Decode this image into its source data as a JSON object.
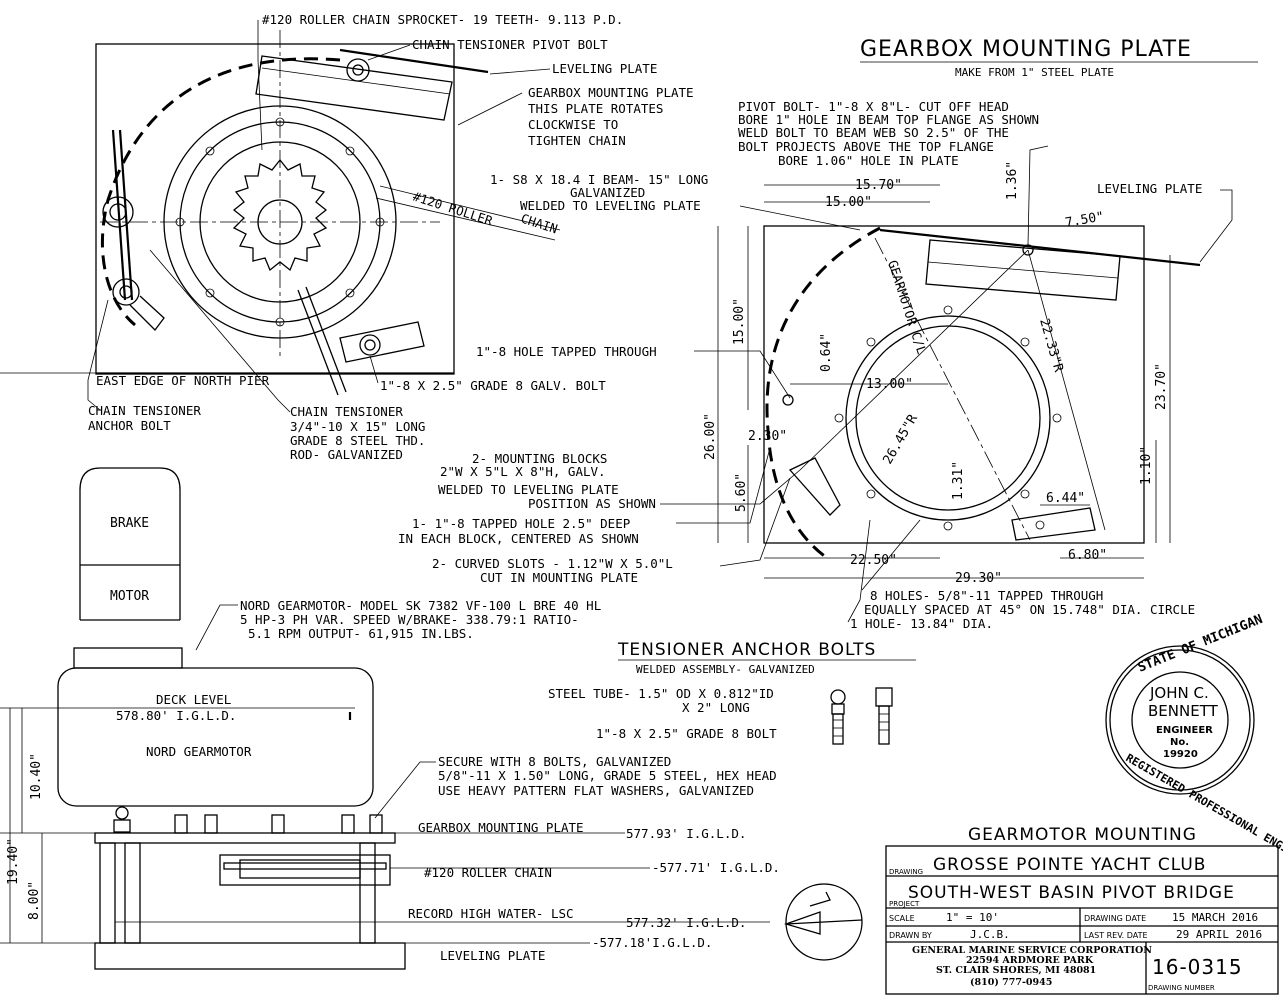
{
  "plan": {
    "sprocket": "#120 ROLLER CHAIN SPROCKET- 19 TEETH- 9.113 P.D.",
    "pivot_bolt": "CHAIN TENSIONER PIVOT BOLT",
    "leveling_plate": "LEVELING PLATE",
    "mounting_plate": [
      "GEARBOX MOUNTING PLATE",
      "THIS PLATE ROTATES",
      "CLOCKWISE TO",
      "TIGHTEN CHAIN"
    ],
    "roller_chain": [
      "#120 ROLLER",
      "CHAIN"
    ],
    "east_edge": "EAST EDGE OF NORTH PIER",
    "galv_bolt": "1\"-8 X 2.5\" GRADE 8 GALV. BOLT",
    "anchor_bolt": [
      "CHAIN TENSIONER",
      "ANCHOR BOLT"
    ],
    "tensioner": [
      "CHAIN TENSIONER",
      "3/4\"-10 X 15\" LONG",
      "GRADE 8 STEEL THD.",
      "ROD- GALVANIZED"
    ]
  },
  "plate": {
    "title": "GEARBOX MOUNTING PLATE",
    "subtitle": "MAKE FROM 1\" STEEL PLATE",
    "pivot_note": [
      "PIVOT BOLT- 1\"-8 X 8\"L- CUT OFF HEAD",
      "BORE 1\" HOLE IN BEAM TOP FLANGE AS SHOWN",
      "WELD BOLT TO BEAM WEB SO 2.5\" OF THE",
      "BOLT PROJECTS ABOVE THE TOP FLANGE",
      "BORE 1.06\" HOLE IN PLATE"
    ],
    "beam_note": [
      "1- S8 X 18.4 I BEAM- 15\" LONG",
      "GALVANIZED",
      "WELDED TO LEVELING PLATE"
    ],
    "leveling_plate": "LEVELING PLATE",
    "gearmotor_cl": "GEARMOTOR C/L",
    "hole_tapped": "1\"-8 HOLE TAPPED THROUGH",
    "blocks_note": [
      "2- MOUNTING BLOCKS",
      "2\"W X 5\"L X 8\"H, GALV.",
      "WELDED TO LEVELING PLATE",
      "POSITION AS SHOWN"
    ],
    "tapped_hole_note": [
      "1- 1\"-8 TAPPED HOLE 2.5\" DEEP",
      "IN EACH BLOCK, CENTERED AS SHOWN"
    ],
    "slots_note": [
      "2- CURVED SLOTS - 1.12\"W X 5.0\"L",
      "CUT IN MOUNTING PLATE"
    ],
    "holes_note": [
      "8 HOLES- 5/8\"-11 TAPPED THROUGH",
      "EQUALLY SPACED AT 45° ON 15.748\" DIA. CIRCLE",
      "1 HOLE- 13.84\" DIA."
    ],
    "dims": {
      "d1570": "15.70\"",
      "d1500": "15.00\"",
      "d136": "1.36\"",
      "d750": "7.50\"",
      "d1500v": "15.00\"",
      "d064": "0.64\"",
      "d1300": "13.00\"",
      "d2233": "22.33\"R",
      "d2370": "23.70\"",
      "d2600": "26.00\"",
      "d230": "2.30\"",
      "d2645": "26.45\"R",
      "d131": "1.31\"",
      "d110": "1.10\"",
      "d560": "5.60\"",
      "d644": "6.44\"",
      "d2250": "22.50\"",
      "d680": "6.80\"",
      "d2930": "29.30\""
    }
  },
  "motor": {
    "brake": "BRAKE",
    "motor": "MOTOR",
    "nord_note": [
      "NORD GEARMOTOR- MODEL SK 7382 VF-100 L BRE 40 HL",
      "5 HP-3 PH VAR. SPEED W/BRAKE- 338.79:1 RATIO-",
      "5.1 RPM OUTPUT- 61,915 IN.LBS."
    ],
    "deck_level": "DECK LEVEL",
    "deck_elev": "578.80' I.G.L.D.",
    "nord_gearmotor": "NORD GEARMOTOR",
    "secure_note": [
      "SECURE WITH 8 BOLTS, GALVANIZED",
      "5/8\"-11 X 1.50\" LONG, GRADE 5 STEEL, HEX HEAD",
      "USE HEAVY PATTERN FLAT WASHERS, GALVANIZED"
    ],
    "gearbox_plate": "GEARBOX MOUNTING PLATE",
    "elev_57793": "577.93' I.G.L.D.",
    "roller_chain": "#120 ROLLER CHAIN",
    "elev_57771": "-577.71' I.G.L.D.",
    "record_high": "RECORD HIGH WATER- LSC",
    "elev_57732": "577.32' I.G.L.D.",
    "elev_57718": "-577.18'I.G.L.D.",
    "leveling_plate": "LEVELING PLATE",
    "d1040": "10.40\"",
    "d1940": "19.40\"",
    "d800": "8.00\""
  },
  "anchor": {
    "title": "TENSIONER ANCHOR BOLTS",
    "subtitle": "WELDED ASSEMBLY- GALVANIZED",
    "tube": [
      "STEEL TUBE- 1.5\" OD X 0.812\"ID",
      "X 2\" LONG"
    ],
    "bolt": "1\"-8 X 2.5\"   GRADE 8 BOLT"
  },
  "seal": {
    "top": "STATE OF MICHIGAN",
    "name1": "JOHN C.",
    "name2": "BENNETT",
    "engineer": "ENGINEER",
    "no": "No.",
    "number": "19920",
    "bottom": "REGISTERED PROFESSIONAL ENGINEER"
  },
  "titleblock": {
    "drawing_title": "GEARMOTOR MOUNTING",
    "drawing_label": "DRAWING",
    "client": "GROSSE POINTE YACHT CLUB",
    "project": "SOUTH-WEST BASIN PIVOT BRIDGE",
    "project_label": "PROJECT",
    "scale_label": "SCALE",
    "scale": "1\" = 10'",
    "date_label": "DRAWING DATE",
    "date": "15 MARCH 2016",
    "drawn_label": "DRAWN BY",
    "drawn": "J.C.B.",
    "rev_label": "LAST REV. DATE",
    "rev": "29 APRIL 2016",
    "company": [
      "GENERAL MARINE SERVICE CORPORATION",
      "22594 ARDMORE PARK",
      "ST. CLAIR SHORES, MI 48081",
      "(810)  777-0945"
    ],
    "number": "16-0315",
    "number_label": "DRAWING NUMBER"
  }
}
